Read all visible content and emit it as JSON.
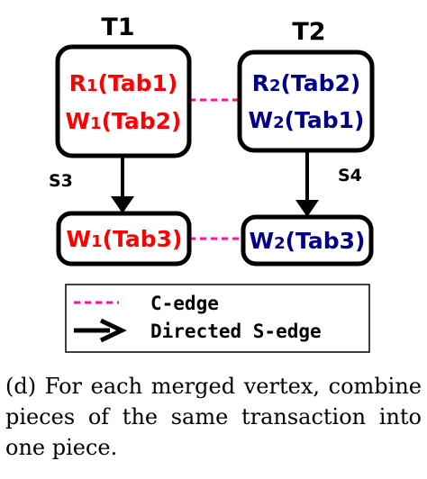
{
  "columns": {
    "left_title": "T1",
    "right_title": "T2"
  },
  "nodes": {
    "t1_top": {
      "line1": {
        "prefix": "R",
        "sub": "1",
        "rest": "(Tab1)"
      },
      "line2": {
        "prefix": "W",
        "sub": "1",
        "rest": "(Tab2)"
      },
      "color": "#ff0000"
    },
    "t2_top": {
      "line1": {
        "prefix": "R",
        "sub": "2",
        "rest": "(Tab2)"
      },
      "line2": {
        "prefix": "W",
        "sub": "2",
        "rest": "(Tab1)"
      },
      "color": "#00008b"
    },
    "t1_bottom": {
      "line1": {
        "prefix": "W",
        "sub": "1",
        "rest": "(Tab3)"
      },
      "color": "#ff0000"
    },
    "t2_bottom": {
      "line1": {
        "prefix": "W",
        "sub": "2",
        "rest": "(Tab3)"
      },
      "color": "#00008b"
    }
  },
  "step_labels": {
    "left": "S3",
    "right": "S4"
  },
  "edge_colors": {
    "c_edge": "#ff1493",
    "s_edge": "#000000"
  },
  "legend": {
    "c_edge_label": "C-edge",
    "s_edge_label": "Directed S-edge"
  },
  "caption": "(d) For each merged vertex, combine pieces of the same transaction into one piece."
}
